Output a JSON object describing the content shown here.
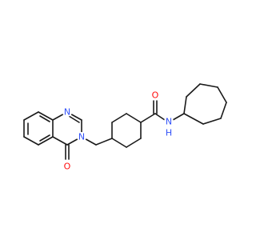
{
  "atoms": {
    "carbonyl_oxygen": {
      "label": "O",
      "color": "#ff0d0d"
    },
    "amide_oxygen": {
      "label": "O",
      "color": "#ff0d0d"
    },
    "n1": {
      "label": "N",
      "color": "#3050f8"
    },
    "n3": {
      "label": "N",
      "color": "#3050f8"
    },
    "amide_n": {
      "label": "N",
      "color": "#3050f8"
    },
    "amide_h": {
      "label": "H",
      "color": "#3050f8"
    }
  },
  "bond_color": "#1a1a1a"
}
